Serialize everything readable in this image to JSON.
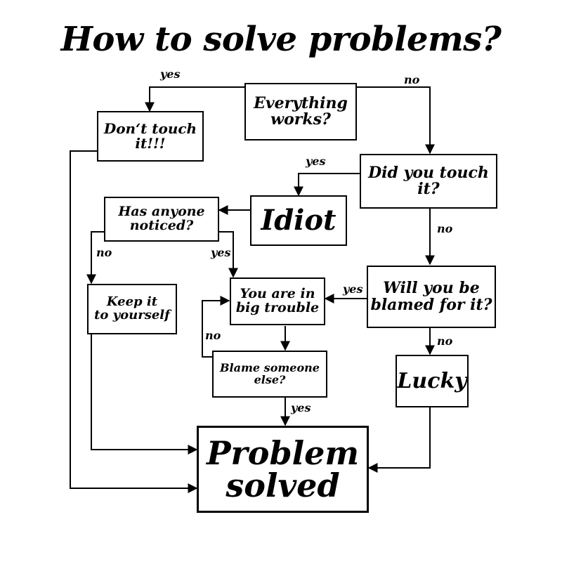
{
  "title": "How to solve problems?",
  "nodes": {
    "everything_works": "Everything\nworks?",
    "dont_touch": "Don‘t touch\nit!!!",
    "did_you_touch": "Did you touch\nit?",
    "idiot": "Idiot",
    "has_anyone_noticed": "Has anyone\nnoticed?",
    "keep_it": "Keep it\nto yourself",
    "big_trouble": "You are in\nbig trouble",
    "blamed": "Will you be\nblamed for it?",
    "blame_someone": "Blame someone\nelse?",
    "lucky": "Lucky",
    "problem_solved": "Problem\nsolved"
  },
  "edge_labels": {
    "works_yes": "yes",
    "works_no": "no",
    "touch_yes": "yes",
    "touch_no": "no",
    "noticed_no": "no",
    "noticed_yes": "yes",
    "blamed_yes": "yes",
    "blamed_no": "no",
    "blame_no": "no",
    "blame_yes": "yes"
  }
}
